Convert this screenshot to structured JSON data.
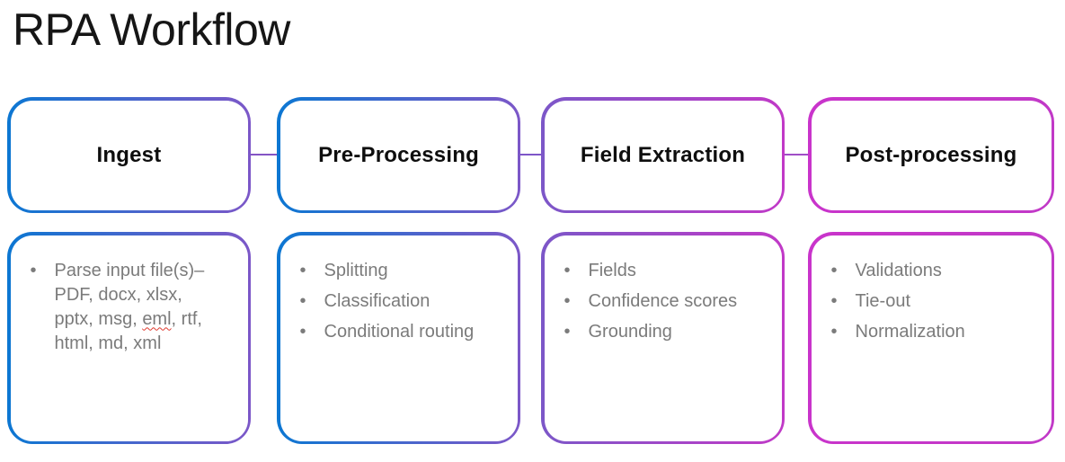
{
  "title": "RPA Workflow",
  "colors": {
    "slide_background": "#FFFFFF",
    "title_text": "#161616",
    "stage_header_text": "#0E0E0E",
    "bullet_text": "#7B7B7B",
    "gradient_blue": "#0C77D2",
    "gradient_purple": "#7C57C8",
    "gradient_magenta": "#C139C7",
    "connector_1": "#8454C4",
    "connector_2": "#7E56C8",
    "connector_3": "#A04EC6",
    "spellcheck_underline": "#E03A2F"
  },
  "stages": [
    {
      "header": "Ingest",
      "bullets": [
        {
          "text_before": "Parse input file(s)– PDF, docx, xlsx, pptx, msg, ",
          "misspelled_word": "eml",
          "text_after": ", rtf, html, md, xml"
        }
      ]
    },
    {
      "header": "Pre-Processing",
      "bullets": [
        "Splitting",
        "Classification",
        "Conditional routing"
      ]
    },
    {
      "header": "Field Extraction",
      "bullets": [
        "Fields",
        "Confidence scores",
        "Grounding"
      ]
    },
    {
      "header": "Post-processing",
      "bullets": [
        "Validations",
        "Tie-out",
        "Normalization"
      ]
    }
  ]
}
